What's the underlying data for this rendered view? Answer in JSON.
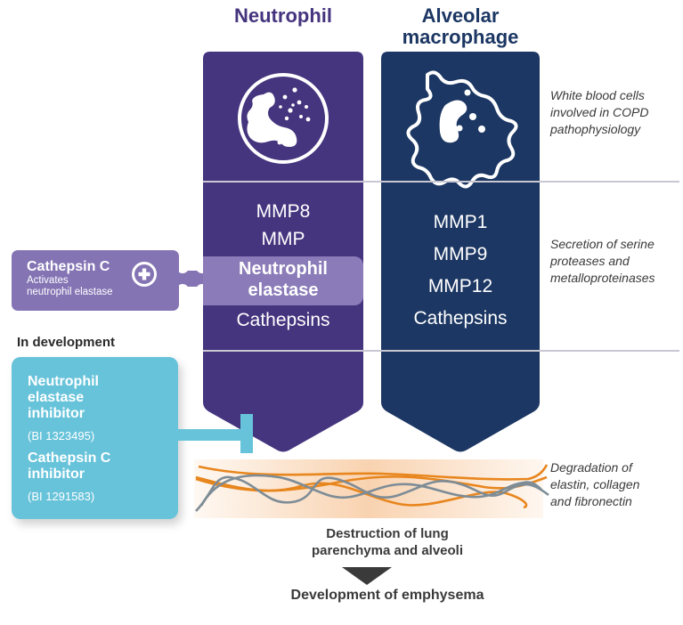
{
  "columns": {
    "neutrophil": {
      "title": "Neutrophil",
      "icon": "neutrophil-cell-icon",
      "color": "#45347e",
      "proteases_top": [
        "MMP8",
        "MMP"
      ],
      "highlight": [
        "Neutrophil",
        "elastase"
      ],
      "proteases_bottom": [
        "Cathepsins"
      ]
    },
    "macrophage": {
      "title": "Alveolar macrophage",
      "title_lines": [
        "Alveolar",
        "macrophage"
      ],
      "icon": "macrophage-cell-icon",
      "color": "#1c3763",
      "proteases": [
        "MMP1",
        "MMP9",
        "MMP12",
        "Cathepsins"
      ]
    }
  },
  "cathepsin_c": {
    "title": "Cathepsin C",
    "subtitle_lines": [
      "Activates",
      "neutrophil elastase"
    ],
    "icon": "plus-circle-icon",
    "color": "#8474b4"
  },
  "in_development": {
    "label": "In development",
    "color": "#67c3da",
    "drugs": [
      {
        "name_lines": [
          "Neutrophil",
          "elastase",
          "inhibitor"
        ],
        "code": "(BI 1323495)"
      },
      {
        "name_lines": [
          "Cathepsin C",
          "inhibitor"
        ],
        "code": "(BI 1291583)"
      }
    ]
  },
  "notes": [
    {
      "lines": [
        "White blood cells",
        "involved in COPD",
        "pathophysiology"
      ]
    },
    {
      "lines": [
        "Secretion of serine",
        "proteases and",
        "metalloproteinases"
      ]
    },
    {
      "lines": [
        "Degradation of",
        "elastin, collagen",
        "and fibronectin"
      ]
    }
  ],
  "fibers": {
    "orange": "#e8861e",
    "gray": "#7d8c96"
  },
  "outcomes": {
    "step1_lines": [
      "Destruction of lung",
      "parenchyma and alveoli"
    ],
    "step2": "Development of emphysema"
  }
}
